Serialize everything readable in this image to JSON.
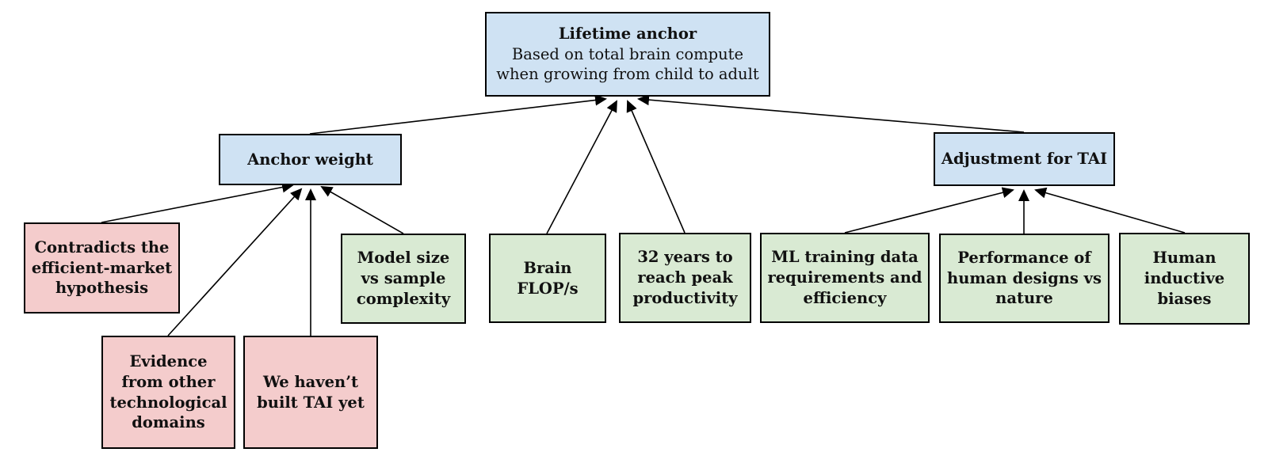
{
  "colors": {
    "node-blue": "#cfe2f3",
    "node-green": "#d9ead3",
    "node-pink": "#f4cccc",
    "border": "#000000",
    "connector": "#000000"
  },
  "nodes": {
    "lifetime_anchor": {
      "title": "Lifetime anchor",
      "subtitle": "Based on total brain compute\nwhen growing from child to adult"
    },
    "anchor_weight": {
      "label": "Anchor weight"
    },
    "adjustment_tai": {
      "label": "Adjustment for TAI"
    },
    "contradicts_emh": {
      "label": "Contradicts the\nefficient-market\nhypothesis"
    },
    "evidence_domains": {
      "label": "Evidence\nfrom other\ntechnological\ndomains"
    },
    "not_built_tai": {
      "label": "We haven’t\nbuilt TAI yet"
    },
    "model_size": {
      "label": "Model size\nvs sample\ncomplexity"
    },
    "brain_flops": {
      "label": "Brain\nFLOP/s"
    },
    "years_32": {
      "label": "32 years to\nreach peak\nproductivity"
    },
    "ml_training": {
      "label": "ML training data\nrequirements and\nefficiency"
    },
    "human_designs": {
      "label": "Performance of\nhuman designs vs\nnature"
    },
    "inductive_biases": {
      "label": "Human\ninductive\nbiases"
    }
  },
  "edges": [
    {
      "from": "anchor_weight",
      "to": "lifetime_anchor"
    },
    {
      "from": "brain_flops",
      "to": "lifetime_anchor"
    },
    {
      "from": "years_32",
      "to": "lifetime_anchor"
    },
    {
      "from": "adjustment_tai",
      "to": "lifetime_anchor"
    },
    {
      "from": "contradicts_emh",
      "to": "anchor_weight"
    },
    {
      "from": "evidence_domains",
      "to": "anchor_weight"
    },
    {
      "from": "not_built_tai",
      "to": "anchor_weight"
    },
    {
      "from": "model_size",
      "to": "anchor_weight"
    },
    {
      "from": "ml_training",
      "to": "adjustment_tai"
    },
    {
      "from": "human_designs",
      "to": "adjustment_tai"
    },
    {
      "from": "inductive_biases",
      "to": "adjustment_tai"
    }
  ]
}
